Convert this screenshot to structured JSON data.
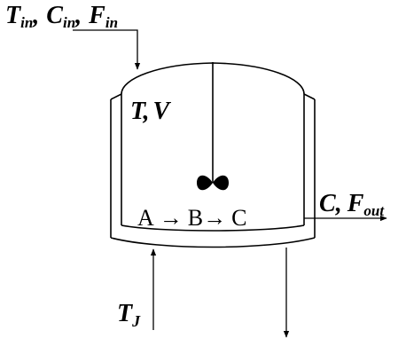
{
  "labels": {
    "inlet": {
      "t": "T",
      "t_sub": "in",
      "c": "C",
      "c_sub": "in",
      "f": "F",
      "f_sub": "in",
      "sep": ",",
      "tail": ","
    },
    "state": {
      "t": "T",
      "sep": ",",
      "v": "V"
    },
    "outlet": {
      "c": "C",
      "sep": ",",
      "f": "F",
      "f_sub": "out"
    },
    "jacket": {
      "t": "T",
      "t_sub": "J"
    }
  },
  "reaction": {
    "a": "A",
    "b": "B",
    "c": "C",
    "arrow": "→"
  }
}
